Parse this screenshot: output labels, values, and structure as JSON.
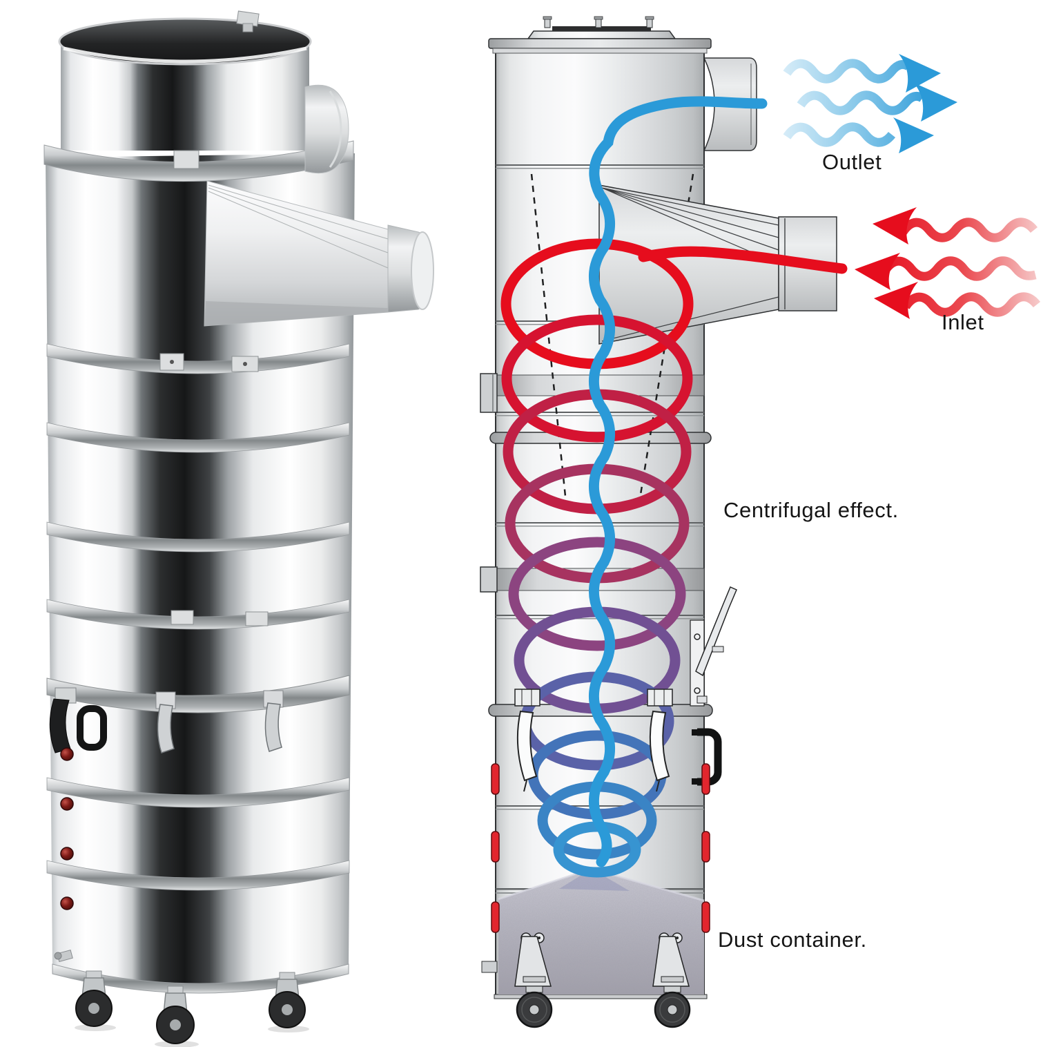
{
  "labels": {
    "outlet": "Outlet",
    "inlet": "Inlet",
    "centrifugal": "Centrifugal effect.",
    "dust_container": "Dust container."
  },
  "colors": {
    "outlet_flow": "#2b9ad8",
    "inlet_flow": "#e60d1d",
    "label_text": "#151515",
    "steel_outline": "#2e3032",
    "spiral_top": "#e60d1d",
    "spiral_bottom": "#3794d1"
  }
}
